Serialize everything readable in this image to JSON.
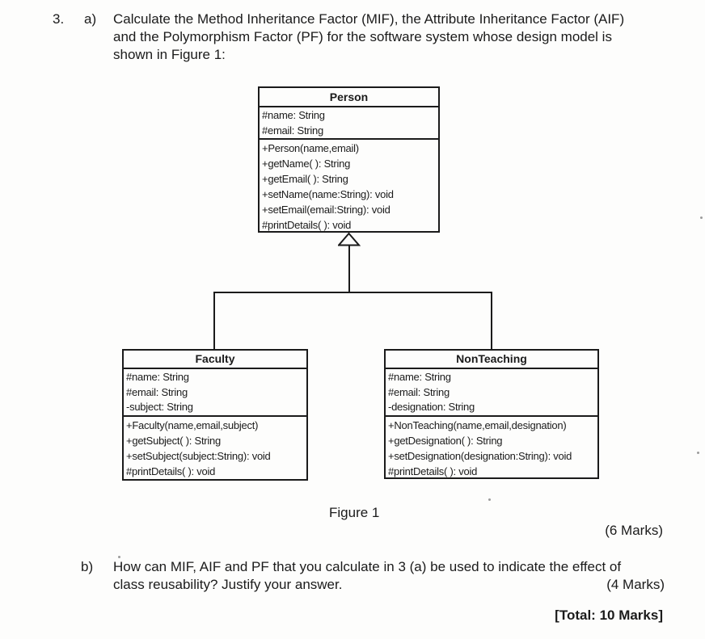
{
  "question": {
    "number": "3.",
    "part_a": {
      "label": "a)",
      "lines": [
        "Calculate the Method Inheritance Factor (MIF), the Attribute Inheritance Factor (AIF)",
        "and the Polymorphism Factor (PF) for the software system whose design model is",
        "shown in Figure 1:"
      ],
      "marks": "(6 Marks)"
    },
    "part_b": {
      "label": "b)",
      "lines": [
        "How can MIF, AIF and PF that you calculate in 3 (a) be used to indicate the effect of",
        "class reusability? Justify your answer."
      ],
      "marks": "(4 Marks)"
    },
    "total_marks": "[Total: 10 Marks]"
  },
  "figure": {
    "caption": "Figure 1",
    "diagram_type": "uml-class-diagram",
    "relationship": "generalization: Faculty and NonTeaching inherit from Person",
    "classes": [
      {
        "name": "Person",
        "attributes": [
          "#name: String",
          "#email: String"
        ],
        "methods": [
          "+Person(name,email)",
          "+getName( ): String",
          "+getEmail( ): String",
          "+setName(name:String): void",
          "+setEmail(email:String): void",
          "#printDetails( ): void"
        ]
      },
      {
        "name": "Faculty",
        "attributes": [
          "#name: String",
          "#email: String",
          "-subject: String"
        ],
        "methods": [
          "+Faculty(name,email,subject)",
          "+getSubject( ): String",
          "+setSubject(subject:String): void",
          "#printDetails( ): void"
        ]
      },
      {
        "name": "NonTeaching",
        "attributes": [
          "#name: String",
          "#email: String",
          "-designation: String"
        ],
        "methods": [
          "+NonTeaching(name,email,designation)",
          "+getDesignation( ): String",
          "+setDesignation(designation:String): void",
          "#printDetails( ): void"
        ]
      }
    ]
  }
}
